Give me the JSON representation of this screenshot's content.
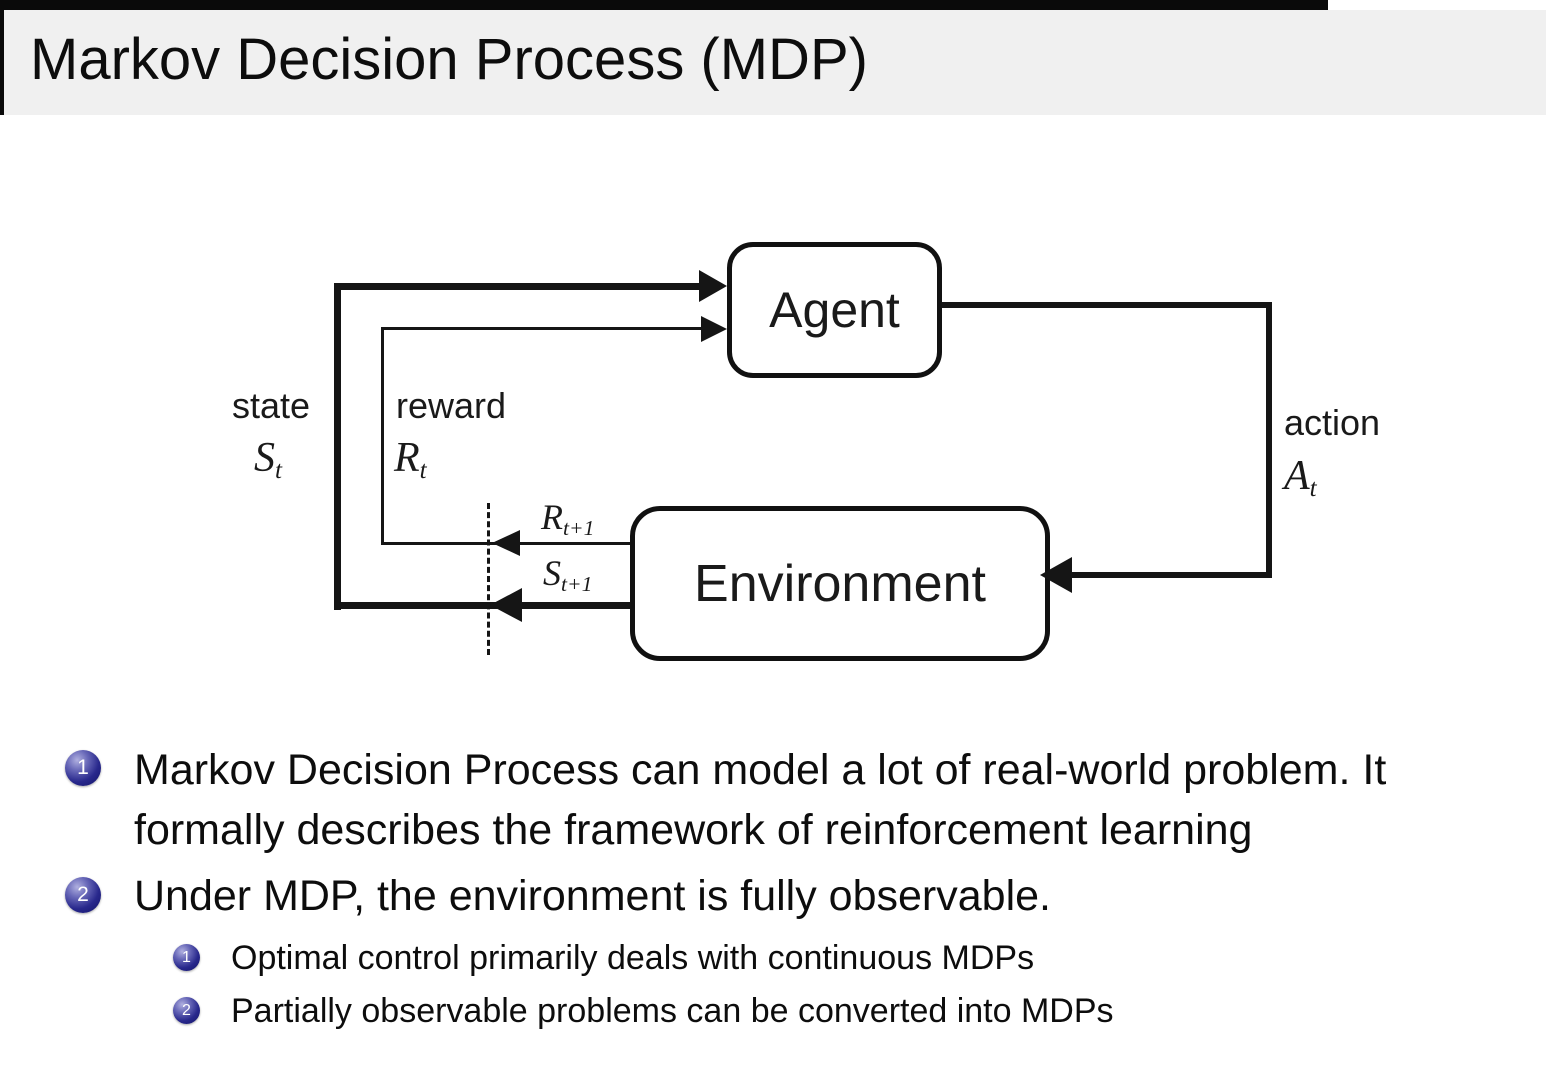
{
  "slide": {
    "title": "Markov Decision Process (MDP)"
  },
  "diagram": {
    "agent_label": "Agent",
    "environment_label": "Environment",
    "state_label": "state",
    "state_symbol": "S",
    "state_sub": "t",
    "reward_label": "reward",
    "reward_symbol": "R",
    "reward_sub": "t",
    "action_label": "action",
    "action_symbol": "A",
    "action_sub": "t",
    "next_reward_symbol": "R",
    "next_reward_sub": "t+1",
    "next_state_symbol": "S",
    "next_state_sub": "t+1"
  },
  "bullets": [
    {
      "number": "1",
      "line1": "Markov Decision Process can model a lot of real-world problem. It",
      "line2": "formally describes the framework of reinforcement learning"
    },
    {
      "number": "2",
      "line1": "Under MDP, the environment is fully observable.",
      "sub": [
        {
          "number": "1",
          "text": "Optimal control primarily deals with continuous MDPs"
        },
        {
          "number": "2",
          "text": "Partially observable problems can be converted into MDPs"
        }
      ]
    }
  ],
  "colors": {
    "header_bg": "#f0f0f0",
    "ball_blue": "#28288c",
    "diagram_ink": "#151515",
    "background": "#ffffff"
  }
}
